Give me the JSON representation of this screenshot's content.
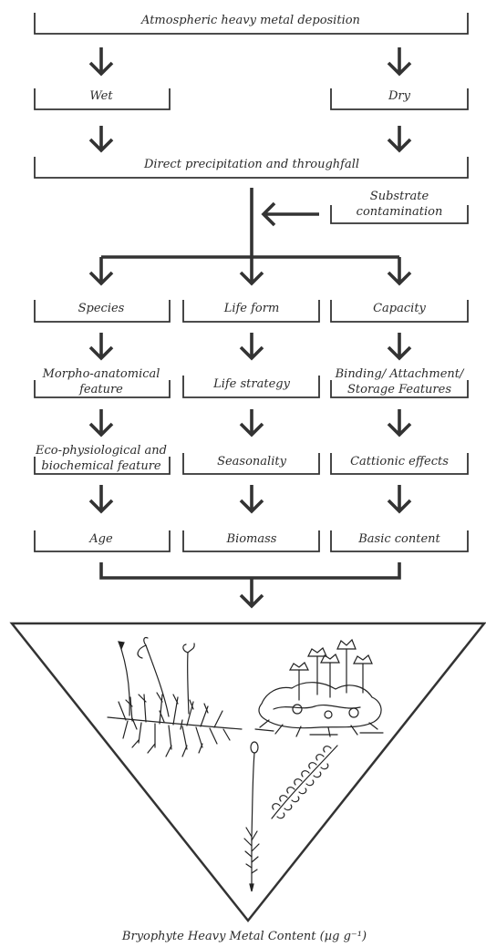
{
  "boxes": {
    "deposition": "Atmospheric heavy metal deposition",
    "wet": "Wet",
    "dry": "Dry",
    "precipitation": "Direct precipitation and throughfall",
    "substrate_line1": "Substrate",
    "substrate_line2": "contamination",
    "species": "Species",
    "life_form": "Life form",
    "capacity": "Capacity",
    "morpho_line1": "Morpho-anatomical",
    "morpho_line2": "feature",
    "life_strategy": "Life strategy",
    "binding_line1": "Binding/ Attachment/",
    "binding_line2": "Storage Features",
    "eco_line1": "Eco-physiological and",
    "eco_line2": "biochemical feature",
    "seasonality": "Seasonality",
    "cationic": "Cattionic effects",
    "age": "Age",
    "biomass": "Biomass",
    "basic_content": "Basic content"
  },
  "output_label": "Bryophyte Heavy Metal Content (µg g⁻¹)"
}
